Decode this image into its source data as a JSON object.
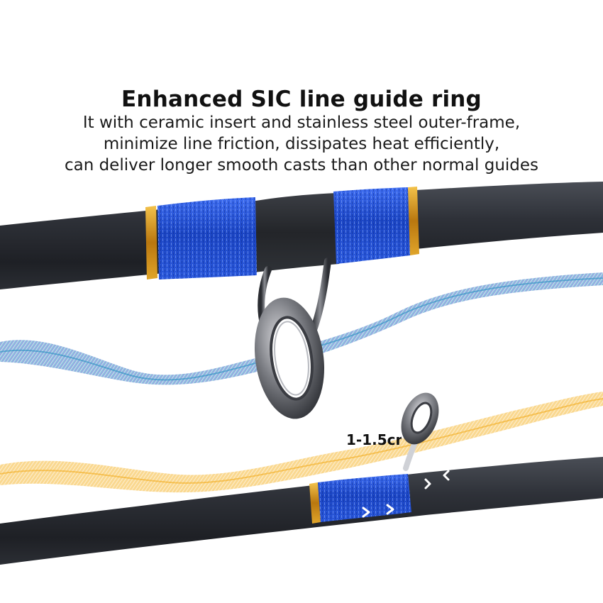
{
  "headline": {
    "title": "Enhanced SIC line guide ring",
    "lines": [
      "It with ceramic insert and stainless steel outer-frame,",
      "minimize line friction, dissipates heat efficiently,",
      "can deliver longer smooth casts than other normal guides"
    ]
  },
  "annotation": {
    "size_label": "1-1.5cm"
  },
  "colors": {
    "rod": "#2a2d33",
    "wrap_blue": "#1f4fd6",
    "trim_gold": "#d89a1c",
    "ribbon_blue": "#2e5fc9",
    "ribbon_teal": "#1aa3b5",
    "ribbon_gold": "#f2b732"
  }
}
